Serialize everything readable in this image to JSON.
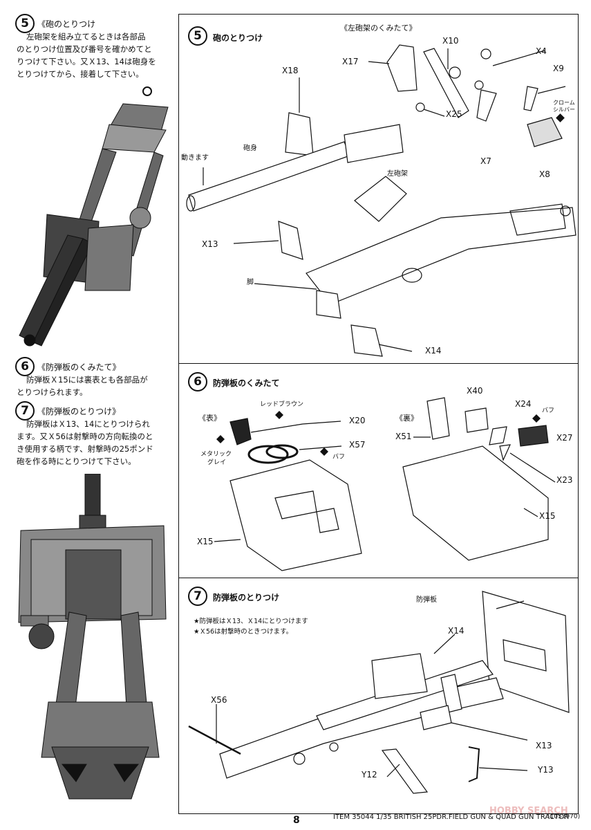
{
  "left": {
    "step5": {
      "num": "5",
      "title": "《砲のとりつけ",
      "lines": [
        "左砲架を組み立てるときは各部品",
        "のとりつけ位置及び番号を確かめてと",
        "りつけて下さい。又Ｘ13、14は砲身を",
        "とりつけてから、接着して下さい。"
      ]
    },
    "step6": {
      "num": "6",
      "title": "《防弾板のくみたて》",
      "lines": [
        "防弾板Ｘ15には裏表とも各部品が",
        "とりつけられます。"
      ]
    },
    "step7": {
      "num": "7",
      "title": "《防弾板のとりつけ》",
      "lines": [
        "防弾板はＸ13、14にとりつけられ",
        "ます。又Ｘ56は射撃時の方向転換のと",
        "き使用する柄です、射撃時の25ポンド",
        "砲を作る時にとりつけて下さい。"
      ]
    }
  },
  "panel5": {
    "num": "5",
    "title": "砲のとりつけ",
    "subassembly": "《左砲架のくみたて》",
    "labels": {
      "x17": "X17",
      "x10": "X10",
      "x4": "X4",
      "x9": "X9",
      "chrome": "クローム",
      "silver": "シルバー",
      "x25": "X25",
      "x7": "X7",
      "x8": "X8",
      "x18": "X18",
      "barrel": "砲身",
      "moves": "動きます",
      "left_carriage": "左砲架",
      "x13": "X13",
      "leg": "脚",
      "x14": "X14"
    }
  },
  "panel6": {
    "num": "6",
    "title": "防弾板のくみたて",
    "front": "《表》",
    "back": "《裏》",
    "labels": {
      "red_brown": "レッドブラウン",
      "x20": "X20",
      "x57": "X57",
      "metallic": "メタリック",
      "grey": "グレイ",
      "buff": "バフ",
      "x15a": "X15",
      "x40": "X40",
      "x24": "X24",
      "buff2": "バフ",
      "x51": "X51",
      "x27": "X27",
      "x23": "X23",
      "x15b": "X15"
    }
  },
  "panel7": {
    "num": "7",
    "title": "防弾板のとりつけ",
    "note1": "★防弾板はＸ13、Ｘ14にとりつけます",
    "note2": "★Ｘ56は射撃時のときつけます。",
    "labels": {
      "shield": "防弾板",
      "x14": "X14",
      "x56": "X56",
      "x13": "X13",
      "y12": "Y12",
      "y13": "Y13"
    }
  },
  "footer": {
    "page": "8",
    "item": "ITEM 35044  1/35 BRITISH 25PDR.FIELD GUN & QUAD GUN TRACTOR",
    "code": "(1053970)",
    "watermark": "HOBBY SEARCH"
  }
}
